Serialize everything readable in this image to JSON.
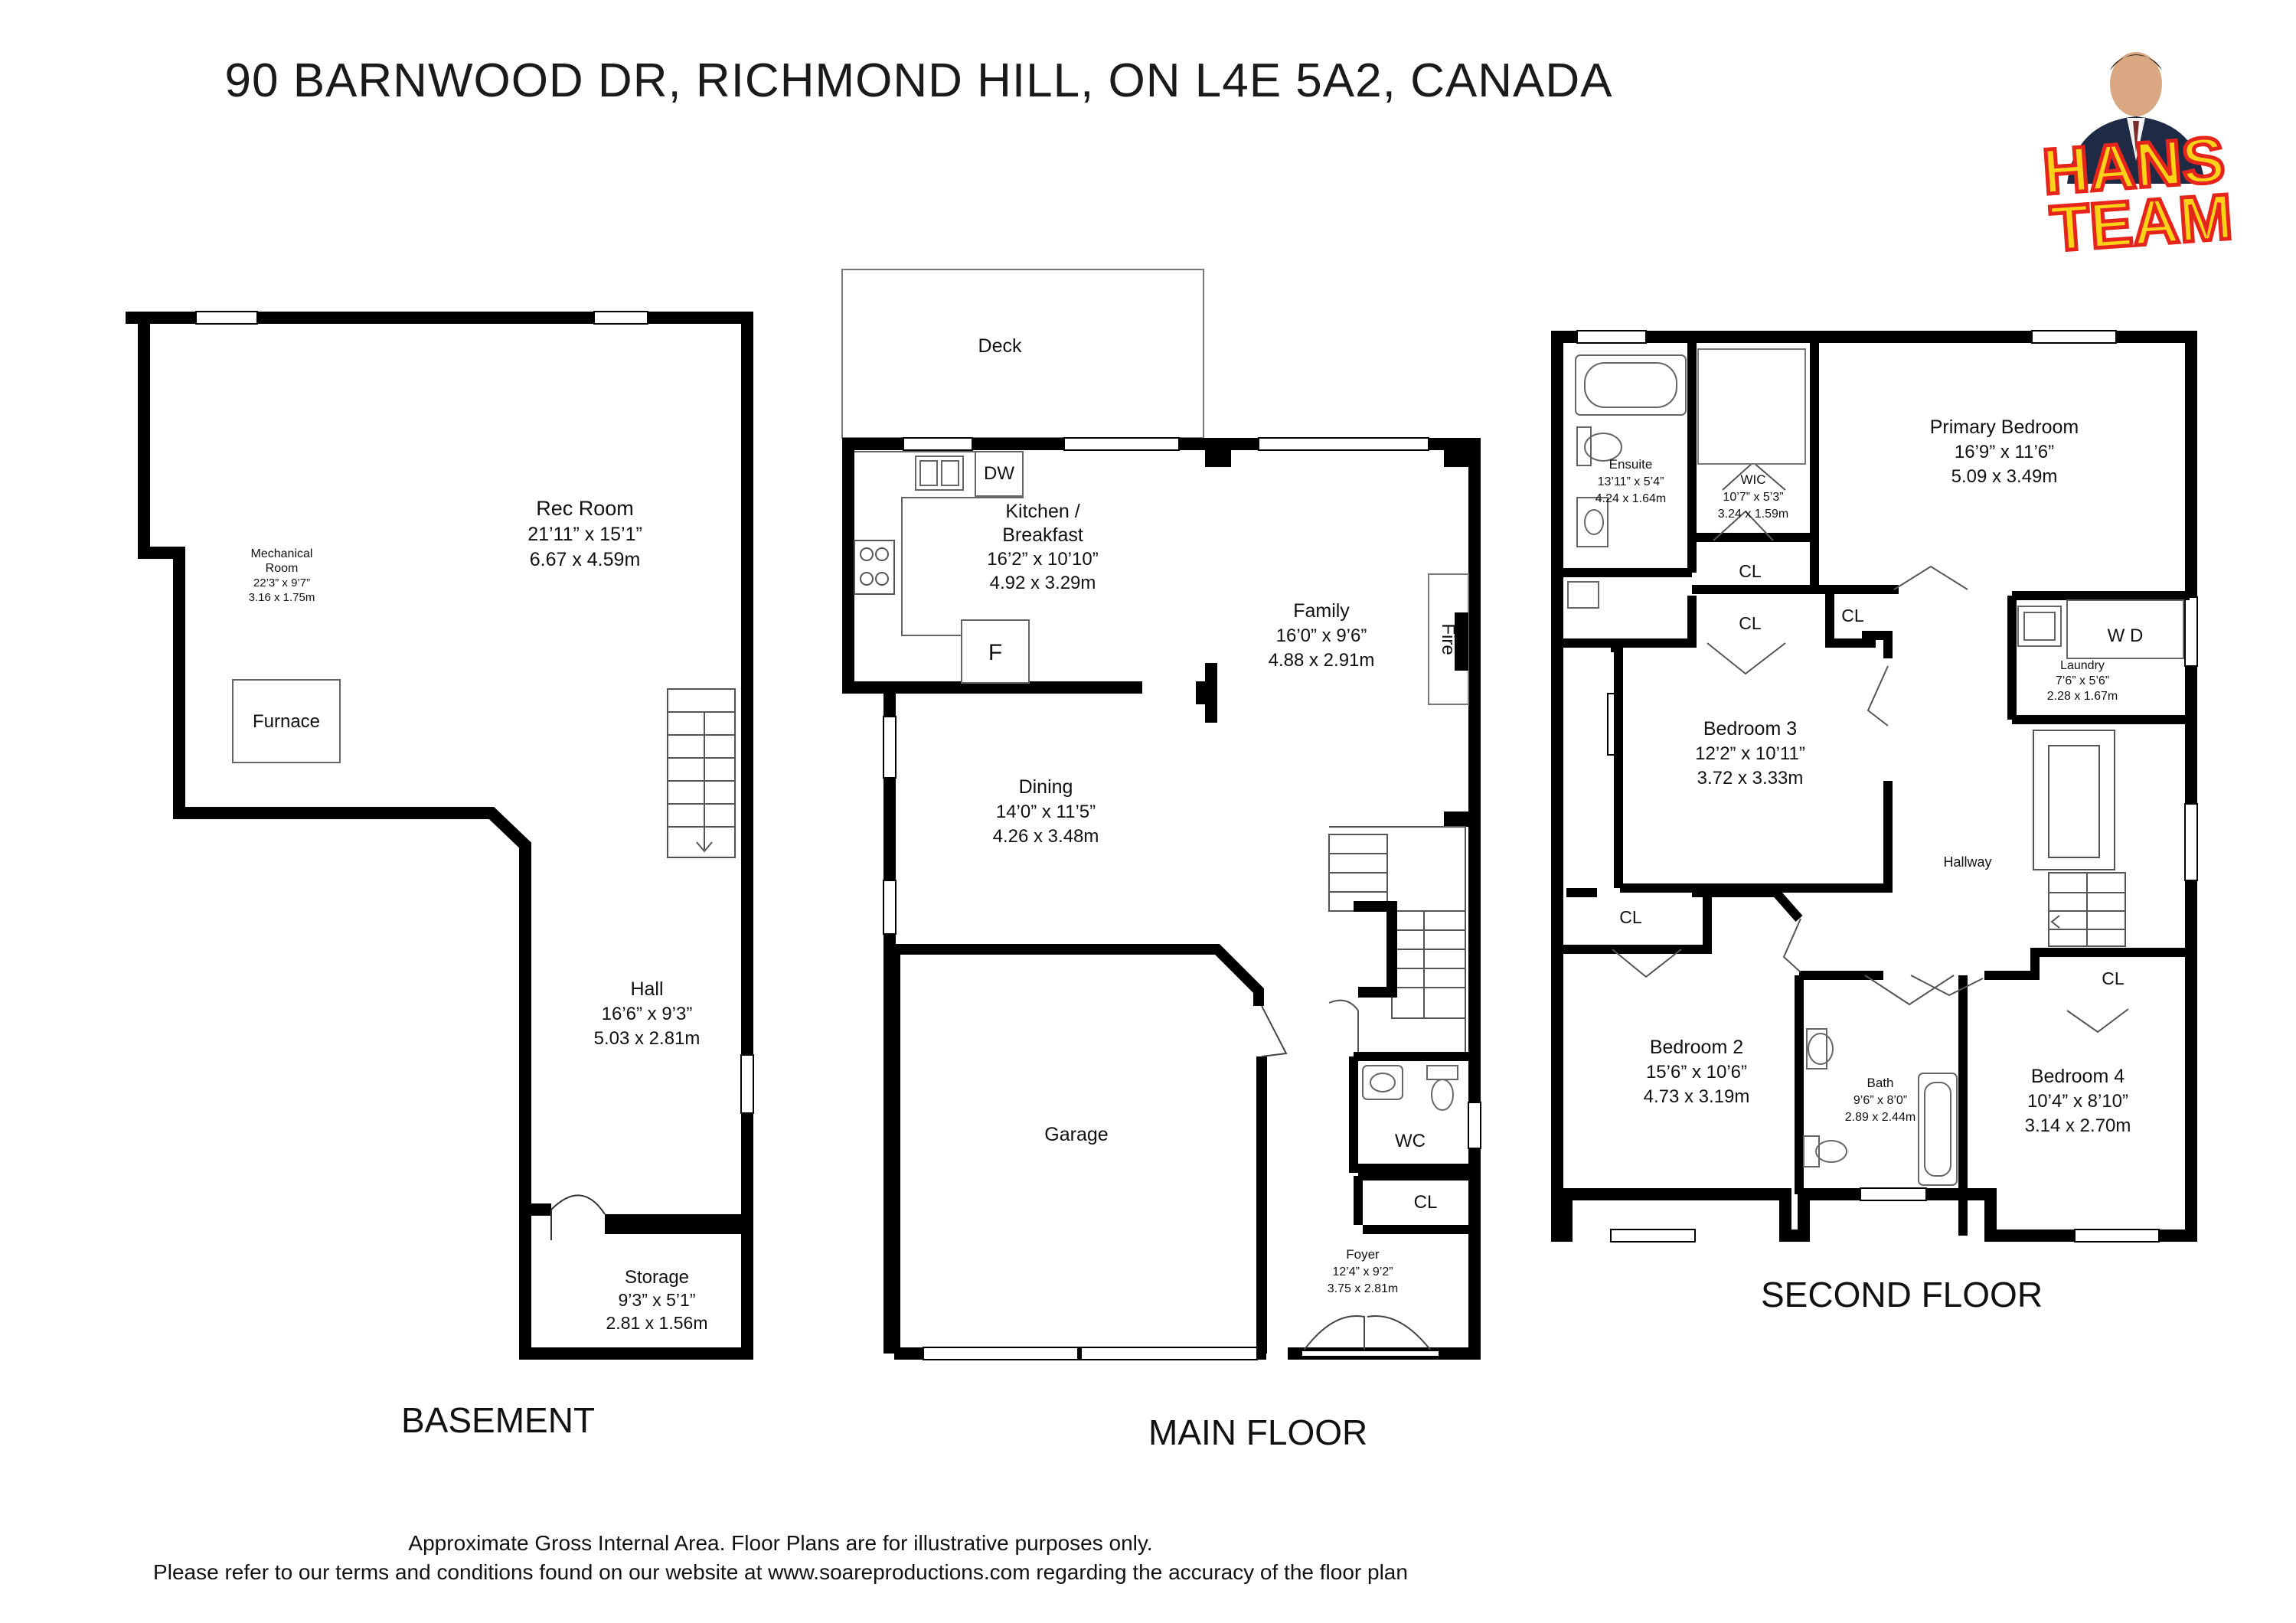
{
  "title": "90 BARNWOOD DR, RICHMOND HILL, ON L4E 5A2, CANADA",
  "logo": {
    "line1": "HANS",
    "line2": "TEAM"
  },
  "floors": {
    "basement": {
      "label": "BASEMENT",
      "rooms": {
        "rec_room": {
          "name": "Rec Room",
          "imperial": "21’11” x 15’1”",
          "metric": "6.67 x 4.59m"
        },
        "mechanical": {
          "name1": "Mechanical",
          "name2": "Room",
          "imperial": "22’3” x 9’7”",
          "metric": "3.16 x 1.75m"
        },
        "furnace": {
          "name": "Furnace"
        },
        "hall": {
          "name": "Hall",
          "imperial": "16’6” x 9’3”",
          "metric": "5.03 x 2.81m"
        },
        "storage": {
          "name": "Storage",
          "imperial": "9’3” x 5’1”",
          "metric": "2.81 x 1.56m"
        }
      }
    },
    "main": {
      "label": "MAIN FLOOR",
      "rooms": {
        "deck": {
          "name": "Deck"
        },
        "kitchen": {
          "name1": "Kitchen /",
          "name2": "Breakfast",
          "imperial": "16’2” x 10’10”",
          "metric": "4.92 x 3.29m"
        },
        "dw": {
          "name": "DW"
        },
        "fridge": {
          "name": "F"
        },
        "family": {
          "name": "Family",
          "imperial": "16’0” x 9’6”",
          "metric": "4.88 x 2.91m"
        },
        "fire": {
          "name": "Fire"
        },
        "dining": {
          "name": "Dining",
          "imperial": "14’0” x 11’5”",
          "metric": "4.26 x 3.48m"
        },
        "garage": {
          "name": "Garage"
        },
        "wc": {
          "name": "WC"
        },
        "cl": {
          "name": "CL"
        },
        "foyer": {
          "name": "Foyer",
          "imperial": "12’4” x 9’2”",
          "metric": "3.75 x 2.81m"
        }
      }
    },
    "second": {
      "label": "SECOND FLOOR",
      "rooms": {
        "ensuite": {
          "name": "Ensuite",
          "imperial": "13’11” x 5’4”",
          "metric": "4.24 x 1.64m"
        },
        "wic": {
          "name": "WIC",
          "imperial": "10’7” x 5’3”",
          "metric": "3.24 x 1.59m"
        },
        "primary": {
          "name": "Primary Bedroom",
          "imperial": "16’9” x 11’6”",
          "metric": "5.09 x 3.49m"
        },
        "cl_wic": {
          "name": "CL"
        },
        "cl_bed3": {
          "name": "CL"
        },
        "cl_small": {
          "name": "CL"
        },
        "laundry": {
          "name": "Laundry",
          "imperial": "7’6” x 5’6”",
          "metric": "2.28 x 1.67m"
        },
        "wd": {
          "name": "W D"
        },
        "bedroom3": {
          "name": "Bedroom 3",
          "imperial": "12’2” x 10’11”",
          "metric": "3.72 x 3.33m"
        },
        "hallway": {
          "name": "Hallway"
        },
        "cl_bed2": {
          "name": "CL"
        },
        "bedroom2": {
          "name": "Bedroom 2",
          "imperial": "15’6” x 10’6”",
          "metric": "4.73 x 3.19m"
        },
        "bath": {
          "name": "Bath",
          "imperial": "9’6” x 8’0”",
          "metric": "2.89 x 2.44m"
        },
        "cl_bed4": {
          "name": "CL"
        },
        "bedroom4": {
          "name": "Bedroom 4",
          "imperial": "10’4” x 8’10”",
          "metric": "3.14 x 2.70m"
        }
      }
    }
  },
  "footer": {
    "line1": "Approximate Gross Internal Area. Floor Plans are for illustrative purposes only.",
    "line2": "Please refer to our terms and conditions found on our website at www.soareproductions.com regarding the accuracy of the floor plan"
  },
  "colors": {
    "wall": "#000000",
    "fixture": "#888888",
    "logo_yellow": "#ffd21a",
    "logo_red": "#e5251c"
  }
}
